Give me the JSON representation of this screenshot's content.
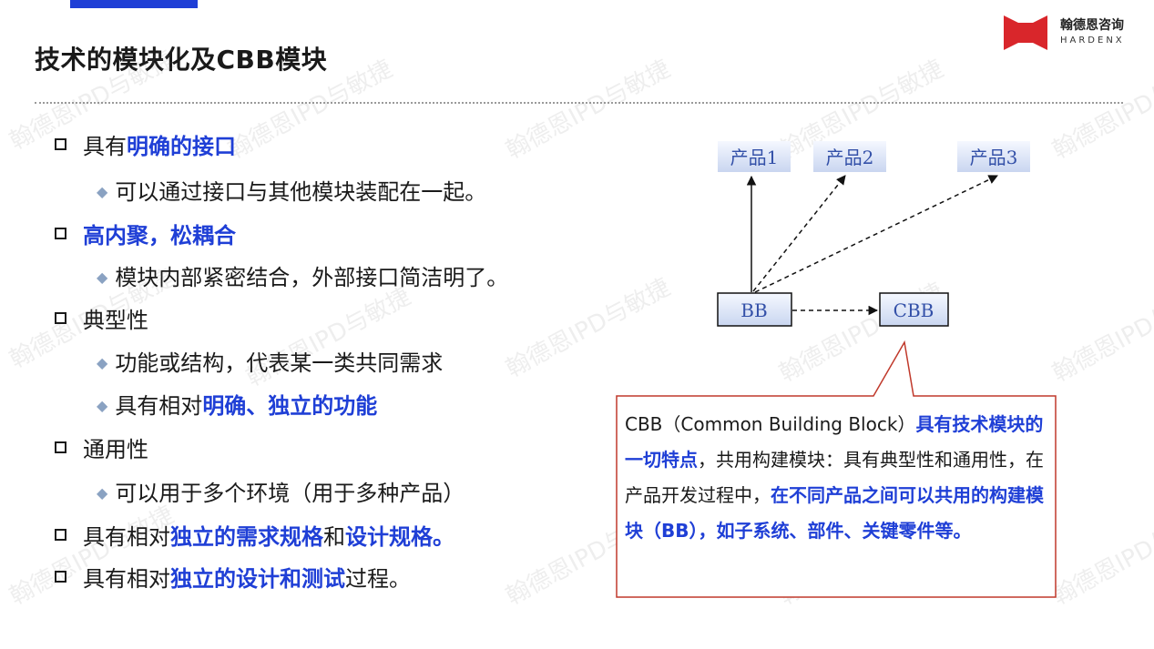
{
  "header": {
    "title": "技术的模块化及CBB模块",
    "logo_cn": "翰德恩咨询",
    "logo_en": "HARDENX"
  },
  "bullets": [
    {
      "level": 1,
      "parts": [
        {
          "t": "具有"
        },
        {
          "t": "明确的接口",
          "hl": true
        }
      ]
    },
    {
      "level": 2,
      "parts": [
        {
          "t": "可以通过接口与其他模块装配在一起。"
        }
      ]
    },
    {
      "level": 1,
      "parts": [
        {
          "t": "高内聚，松耦合",
          "hl": true
        }
      ]
    },
    {
      "level": 2,
      "parts": [
        {
          "t": "模块内部紧密结合，外部接口简洁明了。"
        }
      ]
    },
    {
      "level": 1,
      "parts": [
        {
          "t": "典型性"
        }
      ]
    },
    {
      "level": 2,
      "parts": [
        {
          "t": "功能或结构，代表某一类共同需求"
        }
      ]
    },
    {
      "level": 2,
      "parts": [
        {
          "t": "具有相对"
        },
        {
          "t": "明确、独立的功能",
          "hl": true
        }
      ]
    },
    {
      "level": 1,
      "parts": [
        {
          "t": "通用性"
        }
      ]
    },
    {
      "level": 2,
      "parts": [
        {
          "t": "可以用于多个环境（用于多种产品）"
        }
      ]
    },
    {
      "level": 1,
      "parts": [
        {
          "t": "具有相对"
        },
        {
          "t": "独立的需求规格",
          "hl": true
        },
        {
          "t": "和"
        },
        {
          "t": "设计规格。",
          "hl": true
        }
      ]
    },
    {
      "level": 1,
      "parts": [
        {
          "t": "具有相对"
        },
        {
          "t": "独立的设计和测试",
          "hl": true
        },
        {
          "t": "过程。"
        }
      ]
    }
  ],
  "diagram": {
    "products": [
      "产品1",
      "产品2",
      "产品3"
    ],
    "bb": "BB",
    "cbb": "CBB"
  },
  "callout": {
    "parts": [
      {
        "t": "CBB（Common Building Block）"
      },
      {
        "t": "具有技术模块的一切特点",
        "hl": true
      },
      {
        "t": "，共用构建模块：具有典型性和通用性，在产品开发过程中，"
      },
      {
        "t": "在不同产品之间可以共用的构建模块（BB），如子系统、部件、关键零件等。",
        "hl": true
      }
    ]
  },
  "watermark": "翰德恩IPD与敏捷",
  "colors": {
    "accent": "#1f3fd6",
    "callout_border": "#c0392b",
    "node_fill": "#dfe6f5"
  }
}
